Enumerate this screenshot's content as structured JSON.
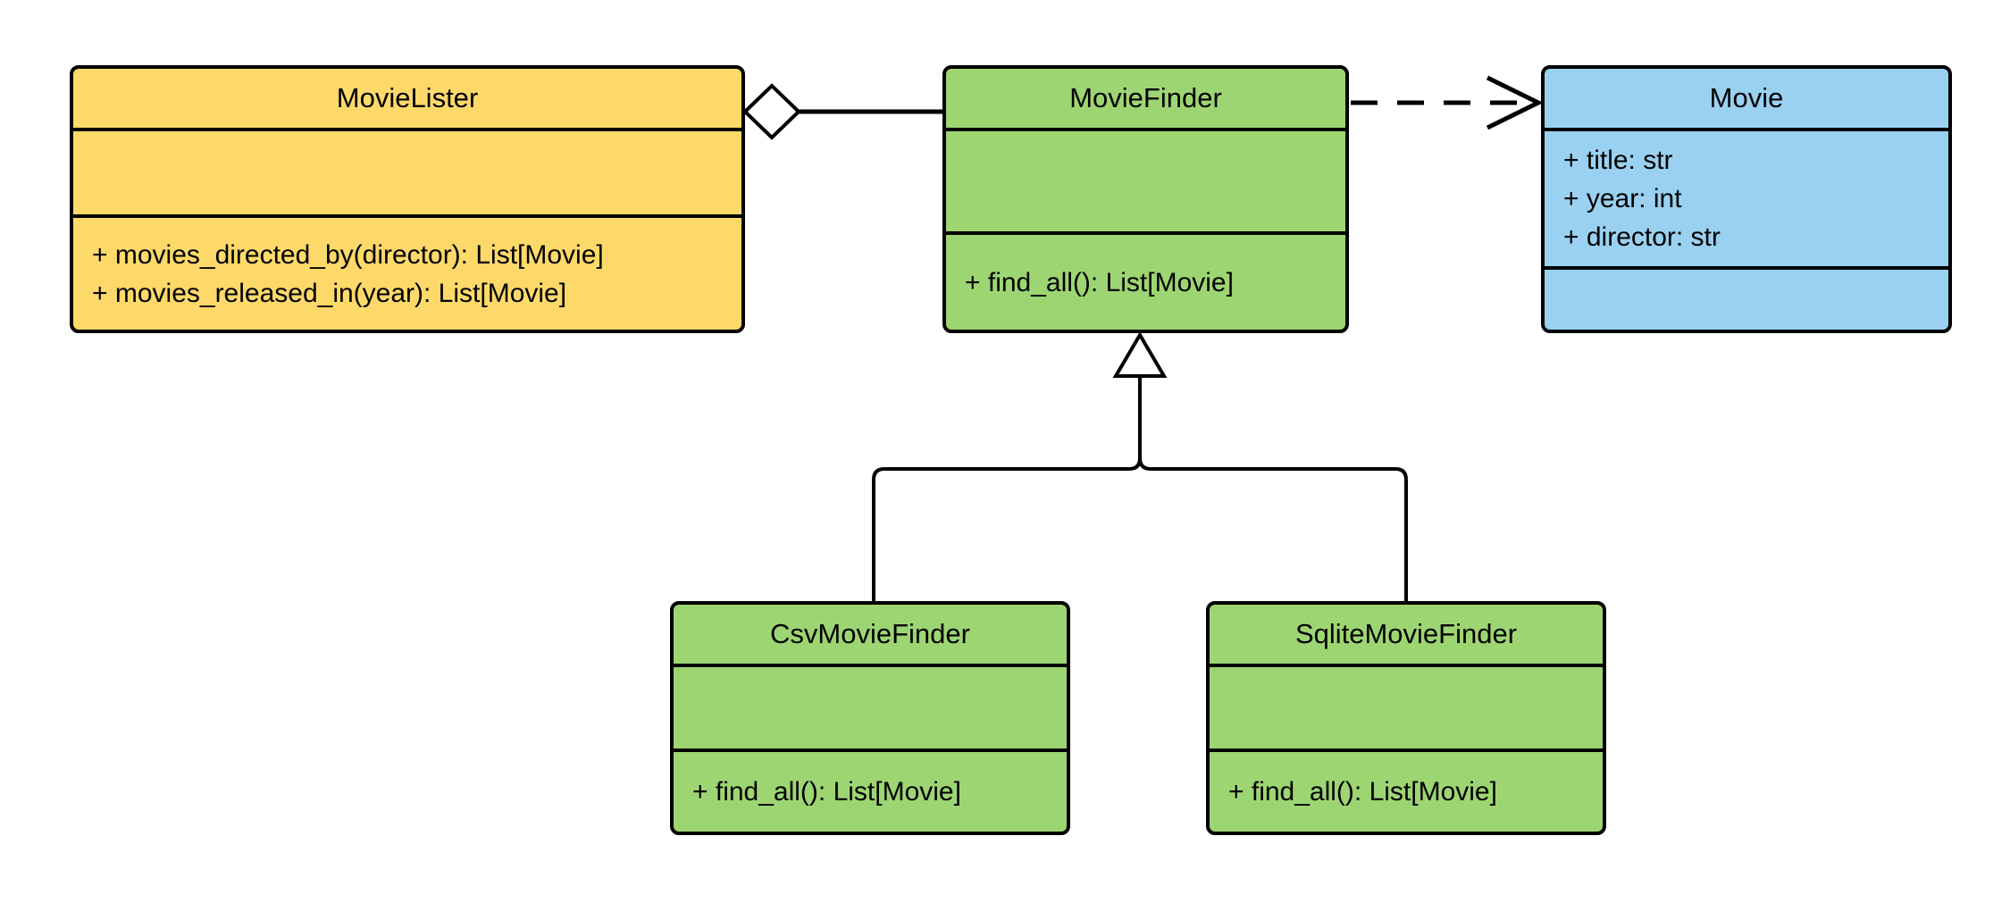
{
  "diagram": {
    "type": "uml-class-diagram",
    "background_color": "#FFFFFF",
    "stroke_color": "#000000",
    "text_color": "#000000"
  },
  "classes": {
    "movie_lister": {
      "name": "MovieLister",
      "fill": "#FDD96A",
      "attributes": [],
      "methods": [
        "+ movies_directed_by(director): List[Movie]",
        "+ movies_released_in(year): List[Movie]"
      ]
    },
    "movie_finder": {
      "name": "MovieFinder",
      "fill": "#9DD573",
      "attributes": [],
      "methods": [
        "+ find_all(): List[Movie]"
      ]
    },
    "movie": {
      "name": "Movie",
      "fill": "#9AD1F0",
      "attributes": [
        "+ title: str",
        "+ year: int",
        "+ director: str"
      ],
      "methods": []
    },
    "csv_movie_finder": {
      "name": "CsvMovieFinder",
      "fill": "#9DD573",
      "attributes": [],
      "methods": [
        "+ find_all(): List[Movie]"
      ]
    },
    "sqlite_movie_finder": {
      "name": "SqliteMovieFinder",
      "fill": "#9DD573",
      "attributes": [],
      "methods": [
        "+ find_all(): List[Movie]"
      ]
    }
  },
  "relationships": [
    {
      "type": "aggregation",
      "from": "MovieLister",
      "to": "MovieFinder",
      "line": "solid",
      "marker": "hollow-diamond"
    },
    {
      "type": "dependency",
      "from": "MovieFinder",
      "to": "Movie",
      "line": "dashed",
      "marker": "open-arrow"
    },
    {
      "type": "generalization",
      "from": "CsvMovieFinder",
      "to": "MovieFinder",
      "line": "solid",
      "marker": "hollow-triangle"
    },
    {
      "type": "generalization",
      "from": "SqliteMovieFinder",
      "to": "MovieFinder",
      "line": "solid",
      "marker": "hollow-triangle"
    }
  ]
}
